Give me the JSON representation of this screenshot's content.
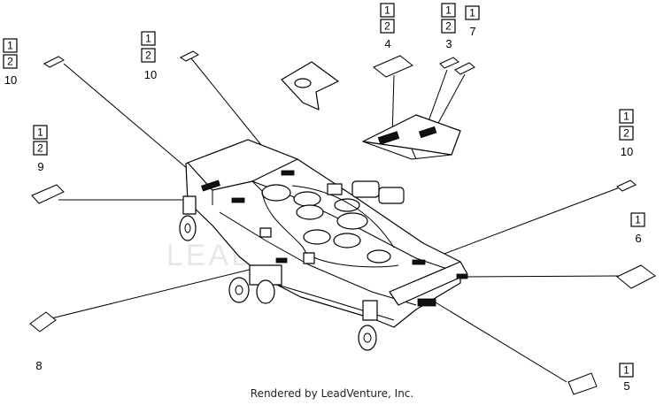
{
  "callouts": [
    {
      "id": "c10a",
      "boxes": [
        "1",
        "2"
      ],
      "number": "10"
    },
    {
      "id": "c10b",
      "boxes": [
        "1",
        "2"
      ],
      "number": "10"
    },
    {
      "id": "c9",
      "boxes": [
        "1",
        "2"
      ],
      "number": "9"
    },
    {
      "id": "c4",
      "boxes": [
        "1",
        "2"
      ],
      "number": "4"
    },
    {
      "id": "c3",
      "boxes": [
        "1",
        "2"
      ],
      "number": "3"
    },
    {
      "id": "c7",
      "boxes": [
        "1"
      ],
      "number": "7"
    },
    {
      "id": "c10c",
      "boxes": [
        "1",
        "2"
      ],
      "number": "10"
    },
    {
      "id": "c6",
      "boxes": [
        "1"
      ],
      "number": "6"
    },
    {
      "id": "c8",
      "boxes": [],
      "number": "8"
    },
    {
      "id": "c5",
      "boxes": [
        "1"
      ],
      "number": "5"
    }
  ],
  "watermark": "LEADVENTURE",
  "footer": "Rendered by LeadVenture, Inc."
}
